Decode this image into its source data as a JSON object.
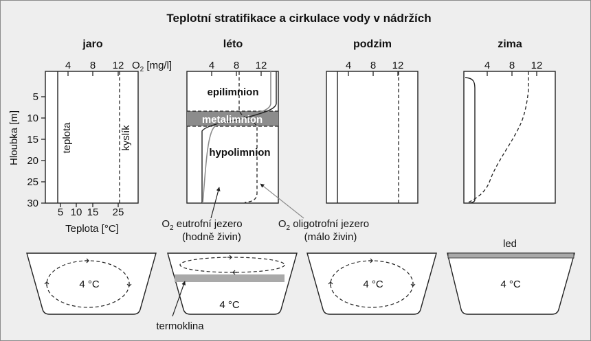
{
  "title": "Teplotní stratifikace a cirkulace vody v nádržích",
  "seasons": {
    "spring": "jaro",
    "summer": "léto",
    "autumn": "podzim",
    "winter": "zima"
  },
  "axes": {
    "o2_label": "O",
    "o2_sub": "2",
    "o2_unit": " [mg/l]",
    "o2_ticks": [
      "4",
      "8",
      "12"
    ],
    "depth_label": "Hloubka [m]",
    "depth_ticks": [
      "5",
      "10",
      "15",
      "20",
      "25",
      "30"
    ],
    "temp_ticks": [
      "5",
      "10",
      "15",
      "25"
    ],
    "temp_label": "Teplota [°C]"
  },
  "series_labels": {
    "teplota": "teplota",
    "kyslik": "kyslík"
  },
  "layers": {
    "epilimnion": "epilimnion",
    "metalimnion": "metalimnion",
    "hypolimnion": "hypolimnion"
  },
  "annotations": {
    "eutro_line1_o": "O",
    "eutro_line1_sub": "2",
    "eutro_line1_rest": " eutrofní jezero",
    "eutro_line2": "(hodně živin)",
    "oligo_line1_o": "O",
    "oligo_line1_sub": "2",
    "oligo_line1_rest": " oligotrofní jezero",
    "oligo_line2": "(málo živin)",
    "termoklina": "termoklina",
    "led": "led",
    "temp4": "4 °C"
  },
  "colors": {
    "background": "#eeeeee",
    "metalimnion_band": "#8c8c8c",
    "thermocline_band": "#a9a9a9",
    "ice": "#a9a9a9"
  }
}
